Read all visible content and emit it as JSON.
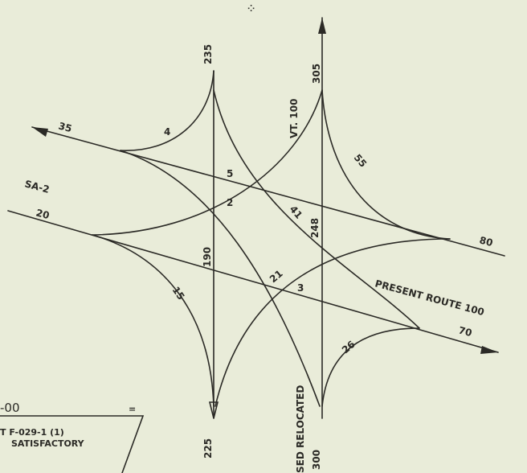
{
  "roads": {
    "route_35": "35",
    "sa2_route": "SA-2",
    "sa2_volume": "20",
    "east_volume": "80",
    "present_route": "PRESENT ROUTE 100",
    "present_route_volume": "70",
    "vt100": "VT. 100",
    "vt100_north": "305",
    "vt100_south": "300",
    "relocated": "SED  RELOCATED",
    "west_north": "235",
    "west_south": "225"
  },
  "movements": {
    "m4": "4",
    "m5": "5",
    "m2": "2",
    "m41": "41",
    "m248": "248",
    "m190": "190",
    "m21": "21",
    "m3": "3",
    "m15": "15",
    "m55": "55",
    "m26": "26"
  },
  "stamp": {
    "top_left": "-00",
    "project": "T  F-029-1 (1)",
    "status": "SATISFACTORY"
  },
  "misc": {
    "mark_top": "⁘",
    "mark_small": "="
  }
}
